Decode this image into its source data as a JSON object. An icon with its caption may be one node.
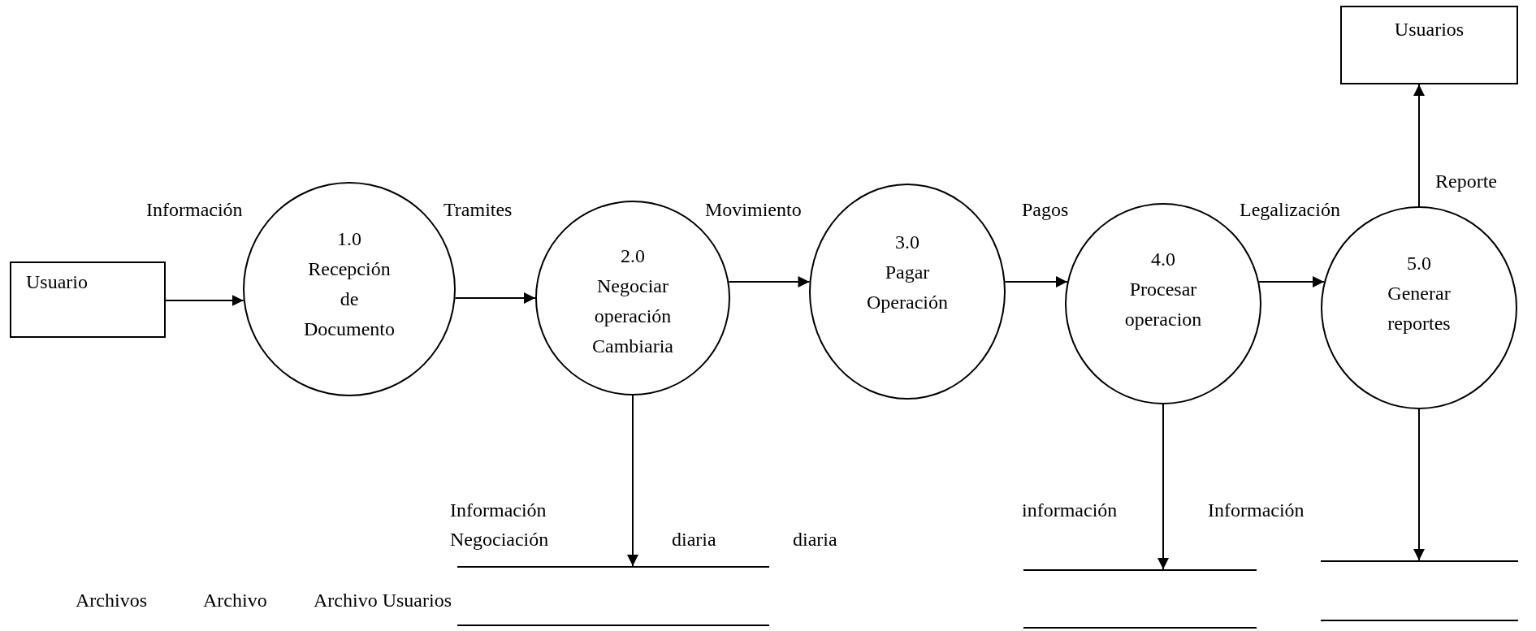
{
  "diagram": {
    "nodes": [
      {
        "text": [
          "Usuario"
        ]
      },
      {
        "text": [
          "1.0",
          "Recepción de Documento"
        ]
      },
      {
        "text": [
          "2.0",
          "Negociar operación Cambiaria"
        ]
      },
      {
        "text": [
          "3.0",
          "Pagar Operación"
        ]
      },
      {
        "text": [
          "4.0",
          "Procesar operacion"
        ]
      },
      {
        "text": [
          "5.0",
          "Generar reportes"
        ]
      },
      {
        "text": [
          "Usuarios"
        ]
      },
      {
        "text": [],
        "shape": "bar"
      },
      {
        "text": [],
        "shape": "bar"
      },
      {
        "text": [],
        "shape": "bar"
      }
    ],
    "edges": [
      {
        "from": 0,
        "to": 1,
        "arrow": "to",
        "label": "Información"
      },
      {
        "from": 1,
        "to": 2,
        "arrow": "to",
        "label": "Tramites"
      },
      {
        "from": 2,
        "to": 3,
        "arrow": "to",
        "label": "Movimiento"
      },
      {
        "from": 3,
        "to": 4,
        "arrow": "to",
        "label": "Pagos"
      },
      {
        "from": 4,
        "to": 5,
        "arrow": "to",
        "label": "Legalización"
      },
      {
        "from": 5,
        "to": 6,
        "arrow": "to",
        "label": "Reporte"
      },
      {
        "from": 2,
        "to": 7,
        "arrow": "to"
      },
      {
        "from": 4,
        "to": 8,
        "arrow": "to"
      },
      {
        "from": 5,
        "to": 9,
        "arrow": "to"
      }
    ],
    "labels": [
      "Información",
      "Negociación",
      "diaria",
      "diaria",
      "información",
      "Información",
      "Archivos",
      "Archivo",
      "Archivo Usuarios"
    ]
  }
}
